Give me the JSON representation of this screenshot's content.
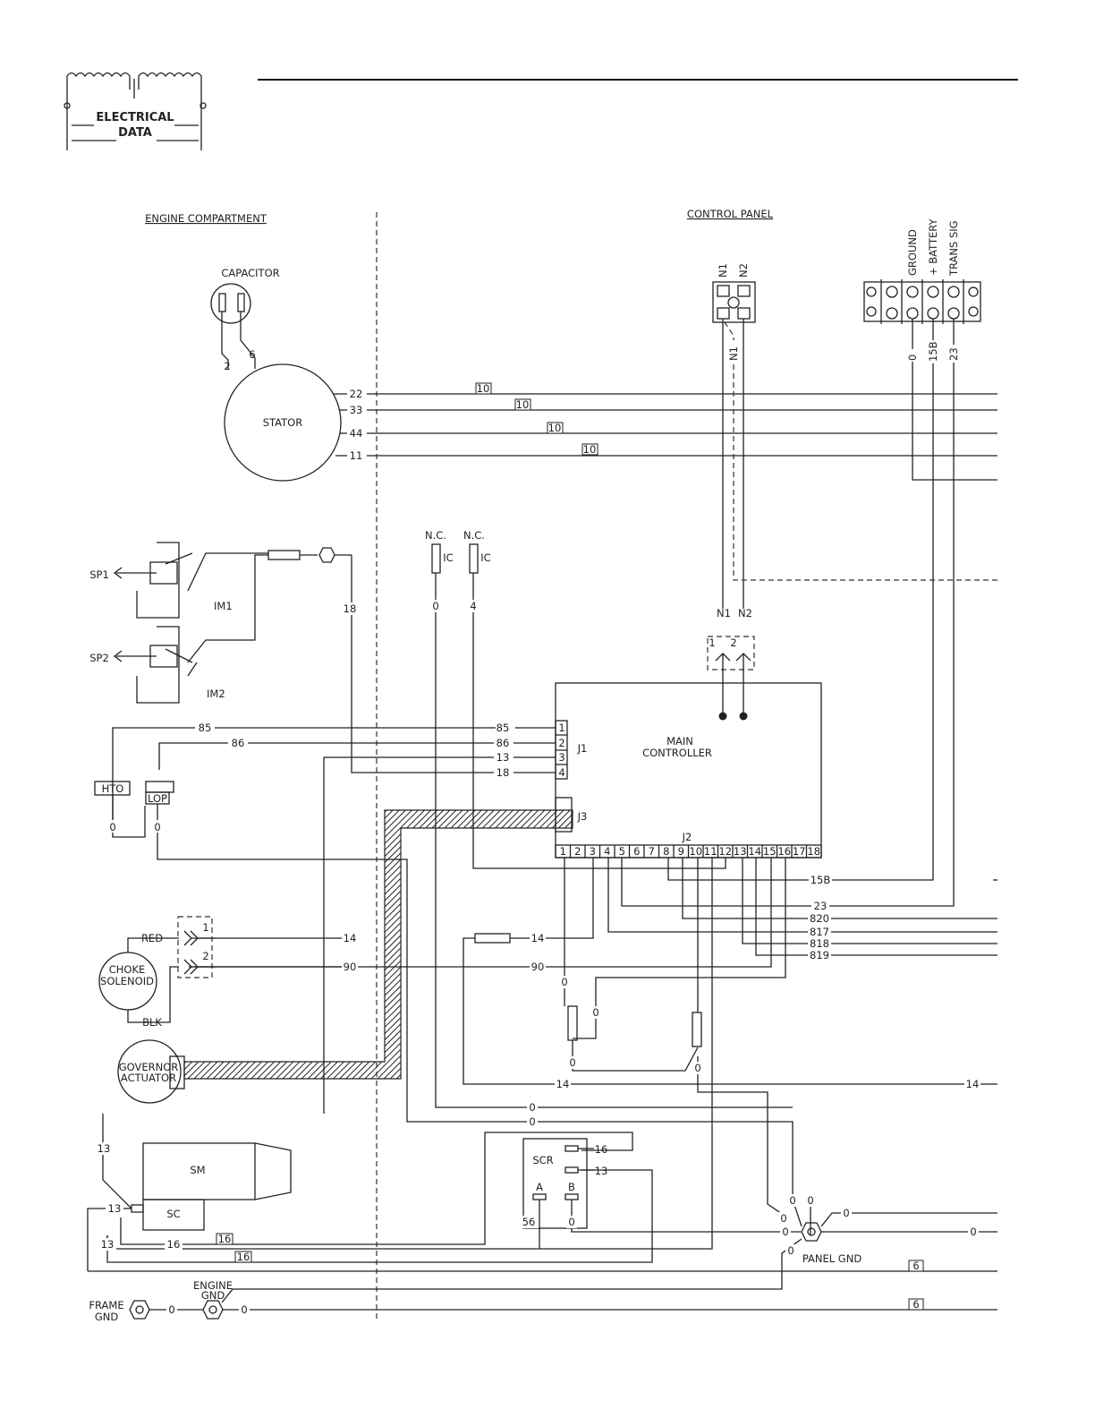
{
  "header": {
    "logo_line1": "ELECTRICAL",
    "logo_line2": "DATA"
  },
  "sections": {
    "engine": "ENGINE COMPARTMENT",
    "control": "CONTROL PANEL"
  },
  "components": {
    "capacitor": "CAPACITOR",
    "stator": "STATOR",
    "main_controller_1": "MAIN",
    "main_controller_2": "CONTROLLER",
    "sp1": "SP1",
    "sp2": "SP2",
    "im1": "IM1",
    "im2": "IM2",
    "hto": "HTO",
    "lop": "LOP",
    "choke_1": "CHOKE",
    "choke_2": "SOLENOID",
    "governor_1": "GOVERNOR",
    "governor_2": "ACTUATOR",
    "sm": "SM",
    "sc": "SC",
    "scr": "SCR",
    "scr_a": "A",
    "scr_b": "B",
    "panel_gnd": "PANEL GND",
    "engine_gnd_1": "ENGINE",
    "engine_gnd_2": "GND",
    "frame_gnd_1": "FRAME",
    "frame_gnd_2": "GND",
    "nc": "N.C.",
    "ic": "IC",
    "j1": "J1",
    "j2": "J2",
    "j3": "J3",
    "term_ground": "GROUND",
    "term_battery": "+ BATTERY",
    "term_trans": "TRANS SIG",
    "n1": "N1",
    "n2": "N2",
    "red": "RED",
    "blk": "BLK",
    "conn_1": "1",
    "conn_2": "2"
  },
  "j1_pins": [
    "1",
    "2",
    "3",
    "4"
  ],
  "j2_pins": [
    "1",
    "2",
    "3",
    "4",
    "5",
    "6",
    "7",
    "8",
    "9",
    "10",
    "11",
    "12",
    "13",
    "14",
    "15",
    "16",
    "17",
    "18"
  ],
  "wires": {
    "w22": "22",
    "w33": "33",
    "w44": "44",
    "w11": "11",
    "w2": "2",
    "w6": "6",
    "w18": "18",
    "w0": "0",
    "w4": "4",
    "w85": "85",
    "w86": "86",
    "w13": "13",
    "w14": "14",
    "w90": "90",
    "w15b": "15B",
    "w23": "23",
    "w820": "820",
    "w817": "817",
    "w818": "818",
    "w819": "819",
    "w16": "16",
    "w56": "56",
    "wn1": "N1"
  },
  "boxes": {
    "b10": "10",
    "b16": "16",
    "b6": "6"
  }
}
